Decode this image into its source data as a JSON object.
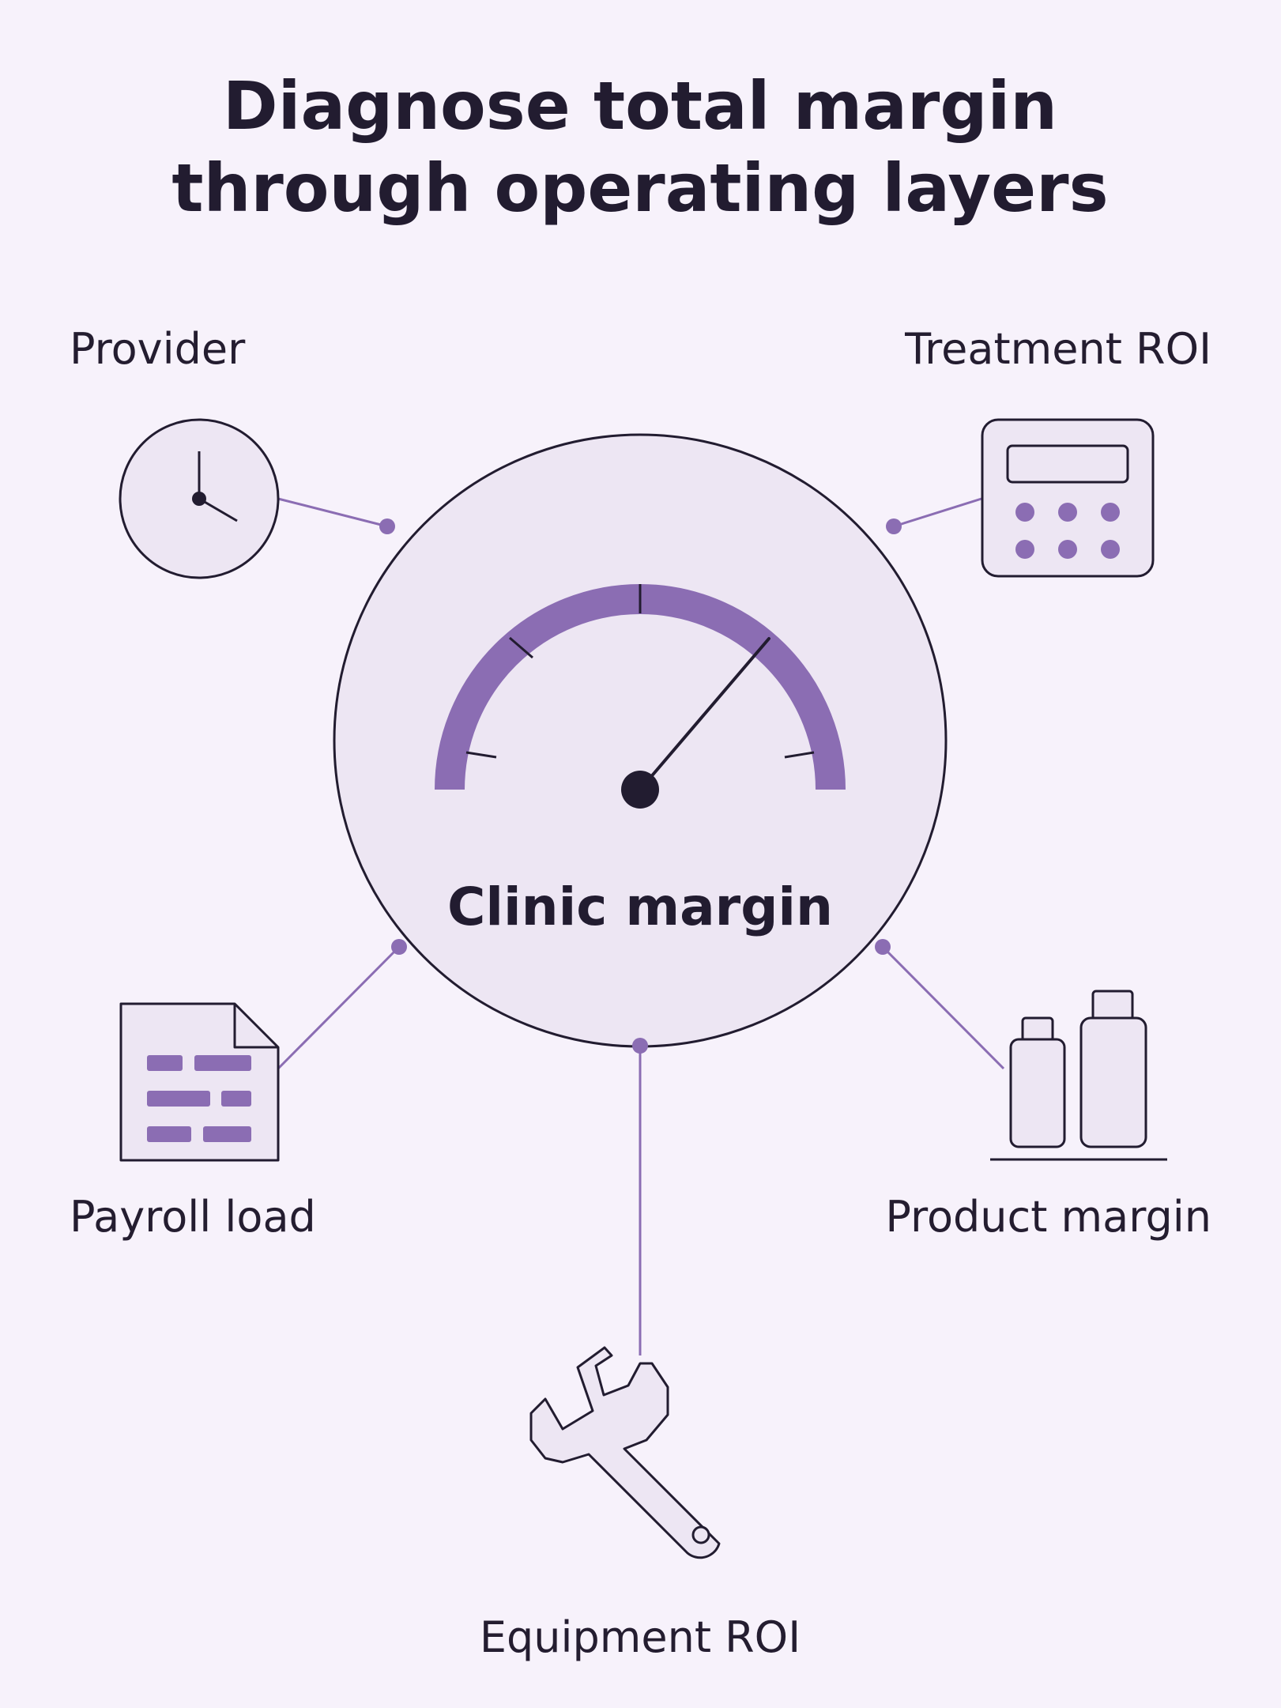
{
  "title": {
    "line1": "Diagnose total margin",
    "line2": "through operating layers"
  },
  "center": {
    "label": "Clinic margin",
    "icon": "speedometer-gauge-icon"
  },
  "nodes": {
    "provider": {
      "label": "Provider",
      "icon": "clock-icon"
    },
    "treatment_roi": {
      "label": "Treatment ROI",
      "icon": "calculator-icon"
    },
    "payroll_load": {
      "label": "Payroll load",
      "icon": "payroll-document-icon"
    },
    "product_margin": {
      "label": "Product margin",
      "icon": "bottles-icon"
    },
    "equipment_roi": {
      "label": "Equipment ROI",
      "icon": "wrench-icon"
    }
  },
  "colors": {
    "background": "#f7f2fb",
    "accent": "#8b6db3",
    "ink": "#221c30",
    "fill": "#ede6f3"
  }
}
